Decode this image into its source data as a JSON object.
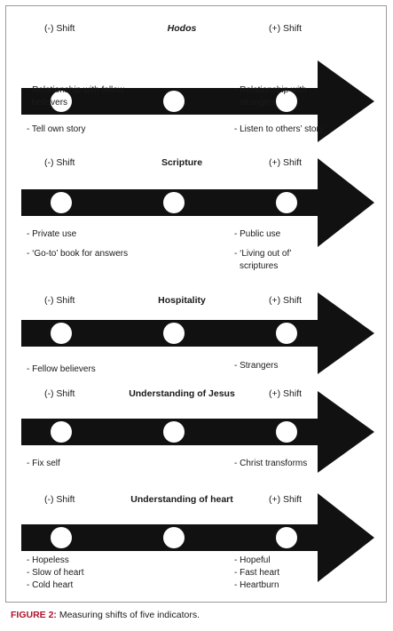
{
  "indicators": [
    {
      "title": "Hodos",
      "title_italic": true,
      "neg_label": "(-) Shift",
      "pos_label": "(+) Shift",
      "left_items": [
        "- Relationship with fellow believers",
        "- Tell own story"
      ],
      "right_items": [
        "- Relationship with strangers",
        "- Listen to others’ story"
      ]
    },
    {
      "title": "Scripture",
      "title_italic": false,
      "neg_label": "(-) Shift",
      "pos_label": "(+) Shift",
      "left_items": [
        "- Private use",
        "- ‘Go-to’ book for answers"
      ],
      "right_items": [
        "- Public use",
        "- ‘Living out of’ scriptures"
      ]
    },
    {
      "title": "Hospitality",
      "title_italic": false,
      "neg_label": "(-) Shift",
      "pos_label": "(+) Shift",
      "left_items": [
        "- Fellow believers"
      ],
      "right_items": [
        "- Strangers"
      ]
    },
    {
      "title": "Understanding of Jesus",
      "title_italic": false,
      "neg_label": "(-) Shift",
      "pos_label": "(+) Shift",
      "left_items": [
        "- Fix self"
      ],
      "right_items": [
        "- Christ transforms"
      ]
    },
    {
      "title": "Understanding of heart",
      "title_italic": false,
      "neg_label": "(-) Shift",
      "pos_label": "(+) Shift",
      "left_items": [
        "- Hopeless",
        "- Slow of heart",
        "- Cold heart"
      ],
      "right_items": [
        "- Hopeful",
        "- Fast heart",
        "- Heartburn"
      ]
    }
  ],
  "caption": {
    "figure_label": "FIGURE 2:",
    "text": " Measuring shifts of five indicators."
  },
  "colors": {
    "arrow": "#111111",
    "marker": "#ffffff",
    "caption_label": "#b0122b",
    "frame": "#9a9a9a"
  }
}
